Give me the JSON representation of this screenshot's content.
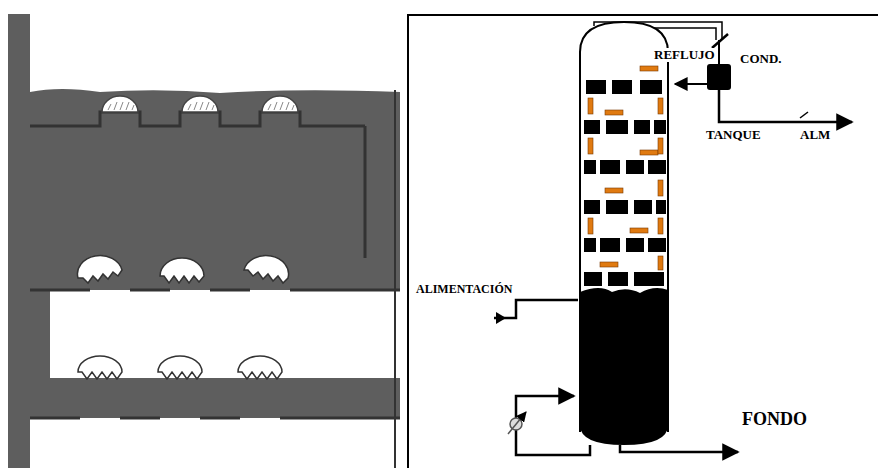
{
  "diagram": {
    "labels": [
      "REFLUJO",
      "COND.",
      "TANQUE",
      "ALM",
      "ALIMENTACIÓN",
      "FONDO"
    ]
  }
}
